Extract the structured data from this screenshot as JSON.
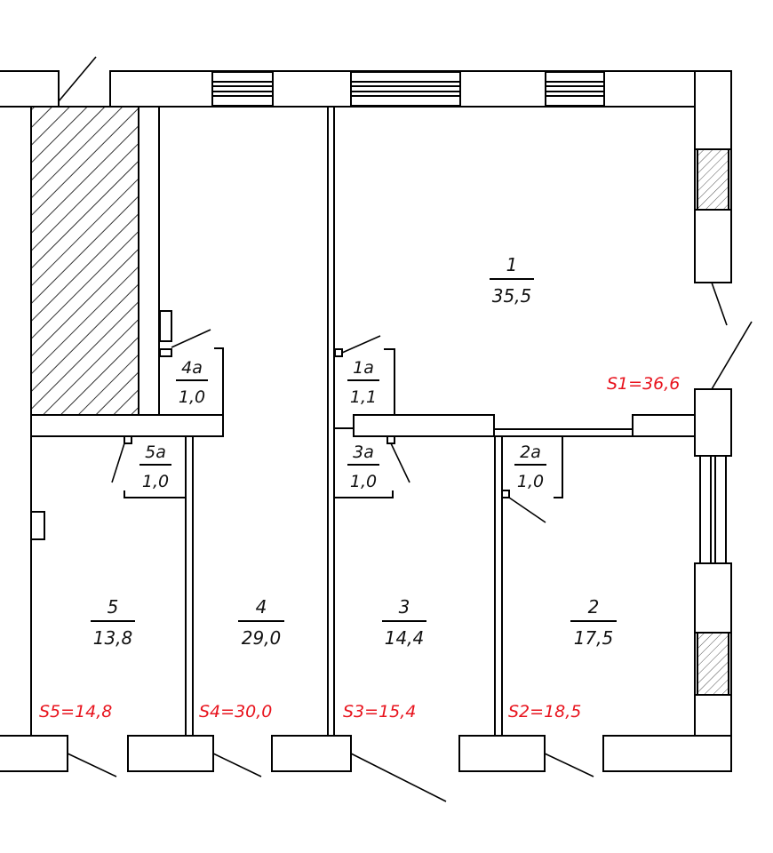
{
  "colors": {
    "area_total": "#e8141e",
    "line": "#000000"
  },
  "rooms": [
    {
      "id": "r1",
      "number": "1",
      "area": "35,5"
    },
    {
      "id": "r2",
      "number": "2",
      "area": "17,5"
    },
    {
      "id": "r3",
      "number": "3",
      "area": "14,4"
    },
    {
      "id": "r4",
      "number": "4",
      "area": "29,0"
    },
    {
      "id": "r5",
      "number": "5",
      "area": "13,8"
    },
    {
      "id": "r1a",
      "number": "1a",
      "area": "1,1"
    },
    {
      "id": "r2a",
      "number": "2a",
      "area": "1,0"
    },
    {
      "id": "r3a",
      "number": "3a",
      "area": "1,0"
    },
    {
      "id": "r4a",
      "number": "4a",
      "area": "1,0"
    },
    {
      "id": "r5a",
      "number": "5a",
      "area": "1,0"
    }
  ],
  "totals": {
    "s1": "S1=36,6",
    "s2": "S2=18,5",
    "s3": "S3=15,4",
    "s4": "S4=30,0",
    "s5": "S5=14,8"
  }
}
